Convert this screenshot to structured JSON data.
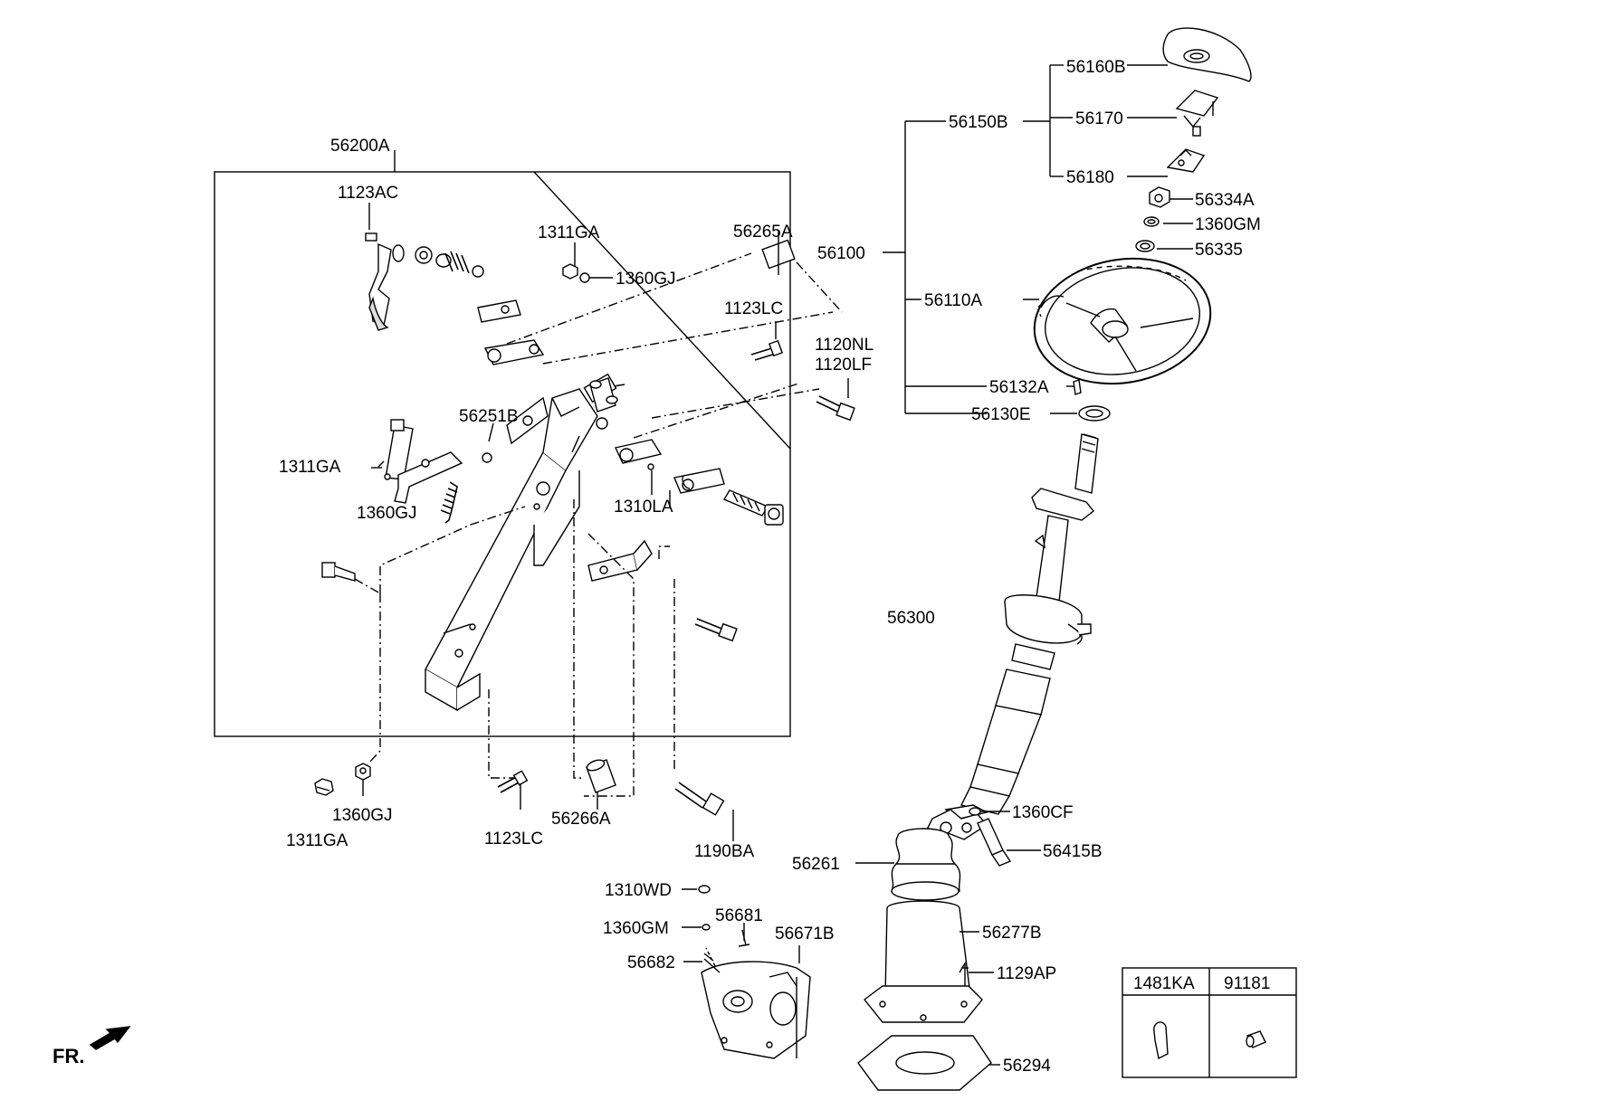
{
  "labels": {
    "l56200A": "56200A",
    "l1123AC": "1123AC",
    "l1311GA_top": "1311GA",
    "l1360GJ_top": "1360GJ",
    "l56265A": "56265A",
    "l1123LC_top": "1123LC",
    "l1120NL": "1120NL",
    "l1120LF": "1120LF",
    "l56251B": "56251B",
    "l1311GA_mid": "1311GA",
    "l1360GJ_mid": "1360GJ",
    "l1310LA": "1310LA",
    "l1311GA_bot": "1311GA",
    "l1360GJ_bot": "1360GJ",
    "l1123LC_bot": "1123LC",
    "l56266A": "56266A",
    "l1190BA": "1190BA",
    "l56160B": "56160B",
    "l56150B": "56150B",
    "l56170": "56170",
    "l56180": "56180",
    "l56334A": "56334A",
    "l1360GM_top": "1360GM",
    "l56100": "56100",
    "l56335": "56335",
    "l56110A": "56110A",
    "l56132A": "56132A",
    "l56130E": "56130E",
    "l56300": "56300",
    "l1360CF": "1360CF",
    "l56415B": "56415B",
    "l56261": "56261",
    "l1310WD": "1310WD",
    "l56681": "56681",
    "l56671B": "56671B",
    "l1360GM_bot": "1360GM",
    "l56277B": "56277B",
    "l56682": "56682",
    "l1129AP": "1129AP",
    "l56294": "56294"
  },
  "legend_table": {
    "col1_header": "1481KA",
    "col2_header": "91181"
  },
  "direction": {
    "text": "FR."
  }
}
